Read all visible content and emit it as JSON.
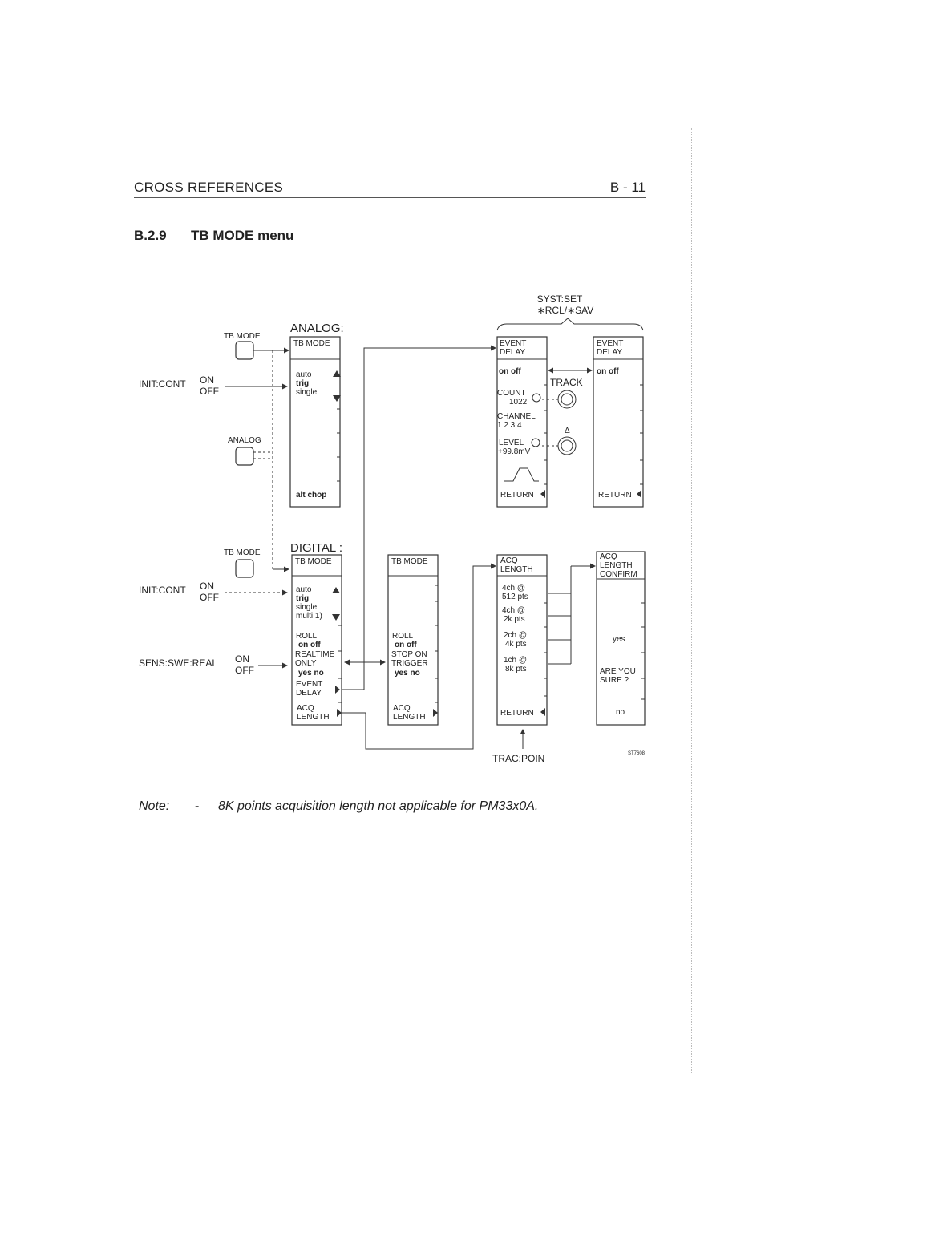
{
  "header": {
    "left": "CROSS REFERENCES",
    "right": "B - 11"
  },
  "section": {
    "number": "B.2.9",
    "title": "TB MODE menu"
  },
  "diagram": {
    "syst_set": "SYST:SET",
    "rcl_sav": "∗RCL/∗SAV",
    "analog_heading": "ANALOG:",
    "digital_heading": "DIGITAL :",
    "tb_mode_key": "TB MODE",
    "analog_key": "ANALOG",
    "init_cont": "INIT:CONT",
    "on": "ON",
    "off": "OFF",
    "sens_swe_real": "SENS:SWE:REAL",
    "track": "TRACK",
    "delta": "Δ",
    "trac_poin": "TRAC:POIN",
    "figure_code": "ST7608",
    "analog_menu": {
      "title": "TB MODE",
      "line1": "auto",
      "line2": "trig",
      "line3": "single",
      "bottom": "alt chop"
    },
    "digital_menu": {
      "title": "TB MODE",
      "line1": "auto",
      "line2": "trig",
      "line3": "single",
      "line4": "multi 1)",
      "roll": "ROLL",
      "roll_opts": "on off",
      "realtime": "REALTIME",
      "only": "ONLY",
      "yesno": "yes no",
      "event": "EVENT",
      "delay": "DELAY",
      "acq": "ACQ",
      "length": "LENGTH"
    },
    "roll_menu": {
      "title": "TB MODE",
      "roll": "ROLL",
      "roll_opts": "on off",
      "stop_on": "STOP ON",
      "trigger": "TRIGGER",
      "yesno": "yes no",
      "acq": "ACQ",
      "length": "LENGTH"
    },
    "event_menu": {
      "title1": "EVENT",
      "title2": "DELAY",
      "onoff": "on off",
      "count": "COUNT",
      "count_val": "1022",
      "channel": "CHANNEL",
      "channel_nums": "1  2  3  4",
      "level": "LEVEL",
      "level_val": "+99.8mV",
      "return": "RETURN"
    },
    "event_menu2": {
      "title1": "EVENT",
      "title2": "DELAY",
      "onoff": "on off",
      "return": "RETURN"
    },
    "acq_menu": {
      "title1": "ACQ",
      "title2": "LENGTH",
      "o1a": "4ch @",
      "o1b": "512 pts",
      "o2a": "4ch @",
      "o2b": "2k pts",
      "o3a": "2ch @",
      "o3b": "4k pts",
      "o4a": "1ch @",
      "o4b": "8k pts",
      "return": "RETURN"
    },
    "confirm_menu": {
      "title1": "ACQ",
      "title2": "LENGTH",
      "title3": "CONFIRM",
      "yes": "yes",
      "are_you": "ARE YOU",
      "sure": "SURE ?",
      "no": "no"
    }
  },
  "note": {
    "label": "Note:",
    "dash": "-",
    "text": "8K points acquisition length not applicable for PM33x0A."
  }
}
